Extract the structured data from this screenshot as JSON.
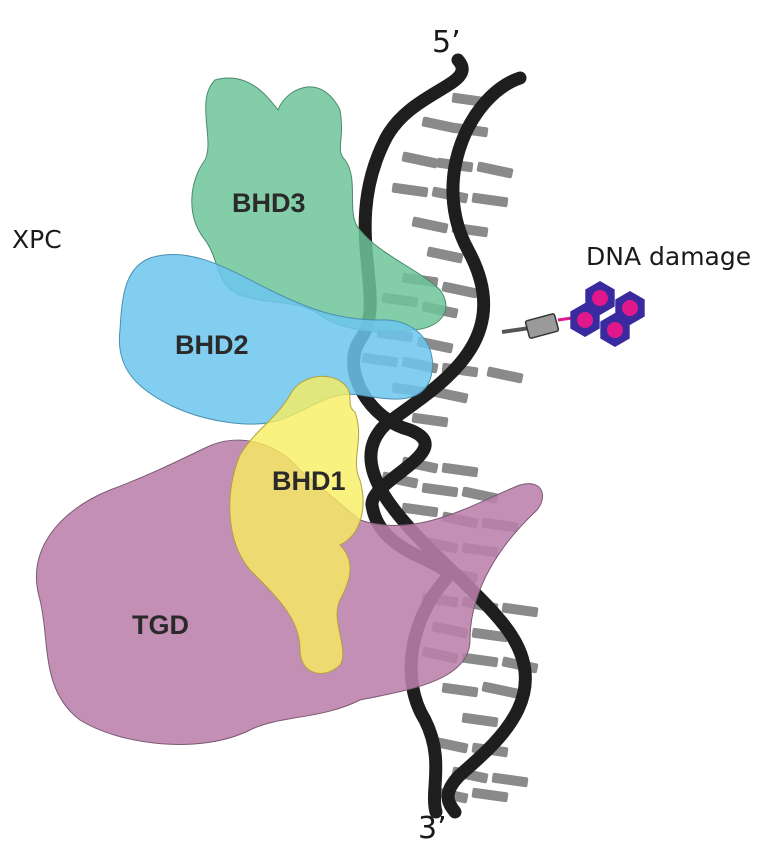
{
  "labels": {
    "complex": "XPC",
    "damage": "DNA damage",
    "five_prime": "5’",
    "three_prime": "3’"
  },
  "domains": {
    "bhd3": "BHD3",
    "bhd2": "BHD2",
    "bhd1": "BHD1",
    "tgd": "TGD"
  },
  "colors": {
    "bhd3": "#6fc49a",
    "bhd2": "#6cc6ee",
    "bhd1": "#f8ee60",
    "tgd": "#bc7fab",
    "strand": "#1e1e1e",
    "base": "#8a8a8a",
    "lesion_outer": "#3a2aa0",
    "lesion_inner": "#e0188c"
  }
}
